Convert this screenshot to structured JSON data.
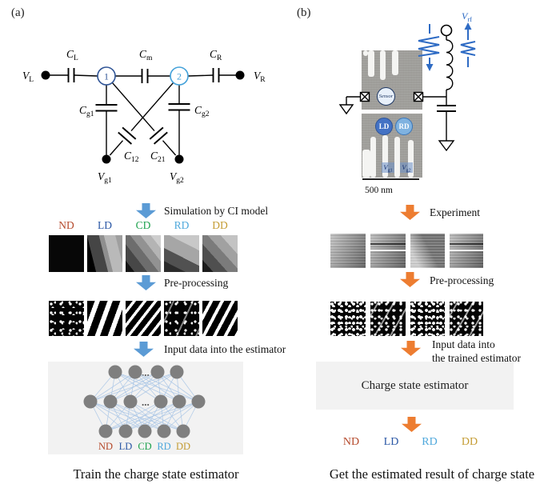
{
  "colors": {
    "blue_arrow": "#5b9bd5",
    "orange_arrow": "#ed7d31",
    "class_nd": "#b5492b",
    "class_ld": "#2a57a5",
    "class_cd": "#1ea24e",
    "class_rd": "#4fa8dc",
    "class_dd": "#c49c33",
    "node1_blue": "#2f5496",
    "node2_blue": "#41a0d9"
  },
  "panel_a": {
    "label": "(a)",
    "circuit": {
      "vl": {
        "base": "V",
        "sub": "L"
      },
      "vr": {
        "base": "V",
        "sub": "R"
      },
      "cl": {
        "base": "C",
        "sub": "L"
      },
      "cm": {
        "base": "C",
        "sub": "m"
      },
      "cr": {
        "base": "C",
        "sub": "R"
      },
      "cg1": {
        "base": "C",
        "sub": "g1"
      },
      "cg2": {
        "base": "C",
        "sub": "g2"
      },
      "c12": {
        "base": "C",
        "sub": "12"
      },
      "c21": {
        "base": "C",
        "sub": "21"
      },
      "vg1": {
        "base": "V",
        "sub": "g1"
      },
      "vg2": {
        "base": "V",
        "sub": "g2"
      },
      "node1": "1",
      "node2": "2"
    },
    "steps": {
      "step1": "Simulation by CI model",
      "step2": "Pre-processing",
      "step3": "Input data into the estimator"
    },
    "classes": [
      {
        "label": "ND"
      },
      {
        "label": "LD"
      },
      {
        "label": "CD"
      },
      {
        "label": "RD"
      },
      {
        "label": "DD"
      }
    ],
    "nn": {
      "ellipsis": "...",
      "outputs": [
        "ND",
        "LD",
        "CD",
        "RD",
        "DD"
      ]
    },
    "caption": "Train the charge state estimator"
  },
  "panel_b": {
    "label": "(b)",
    "device": {
      "sensor": "Sensor",
      "ld": "LD",
      "rd": "RD",
      "vg1": {
        "base": "V",
        "sub": "g1"
      },
      "vg2": {
        "base": "V",
        "sub": "g2"
      },
      "vrf": {
        "base": "V",
        "sub": "rf"
      },
      "scale_bar": "500 nm"
    },
    "steps": {
      "step1": "Experiment",
      "step2": "Pre-processing",
      "step3_line1": "Input data into",
      "step3_line2": "the trained estimator",
      "estimator_box": "Charge state estimator"
    },
    "results": [
      "ND",
      "LD",
      "RD",
      "DD"
    ],
    "caption": "Get the estimated result of charge state"
  }
}
